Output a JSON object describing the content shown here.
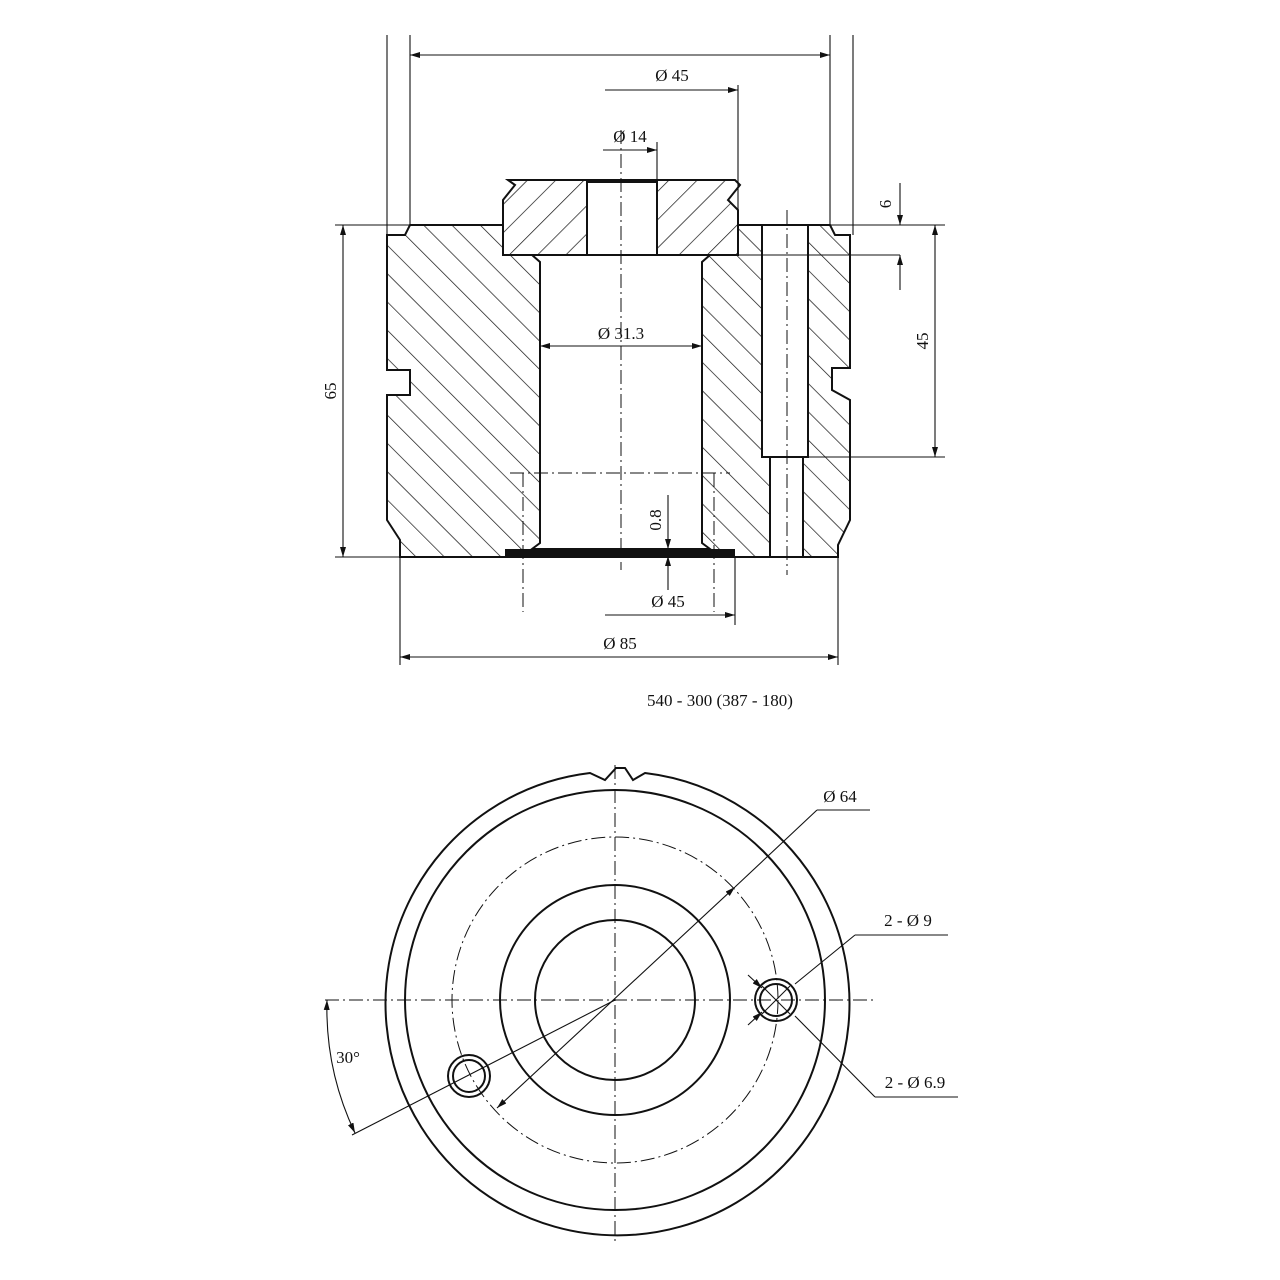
{
  "section_view": {
    "dims": {
      "top_outer_dia": "Ø 45",
      "cap_hole_dia": "Ø 14",
      "cap_height": "6",
      "hole_depth": "45",
      "total_height": "65",
      "bore_dia": "Ø 31.3",
      "plate_thickness": "0.8",
      "bottom_dia": "Ø 45",
      "body_dia": "Ø 85"
    },
    "caption": "540 - 300 (387 - 180)"
  },
  "plan_view": {
    "dims": {
      "pitch_circle_dia": "Ø 64",
      "hole_dia": "2 - Ø 9",
      "hole_inner_dia": "2 - Ø 6.9",
      "angle": "30°"
    }
  }
}
